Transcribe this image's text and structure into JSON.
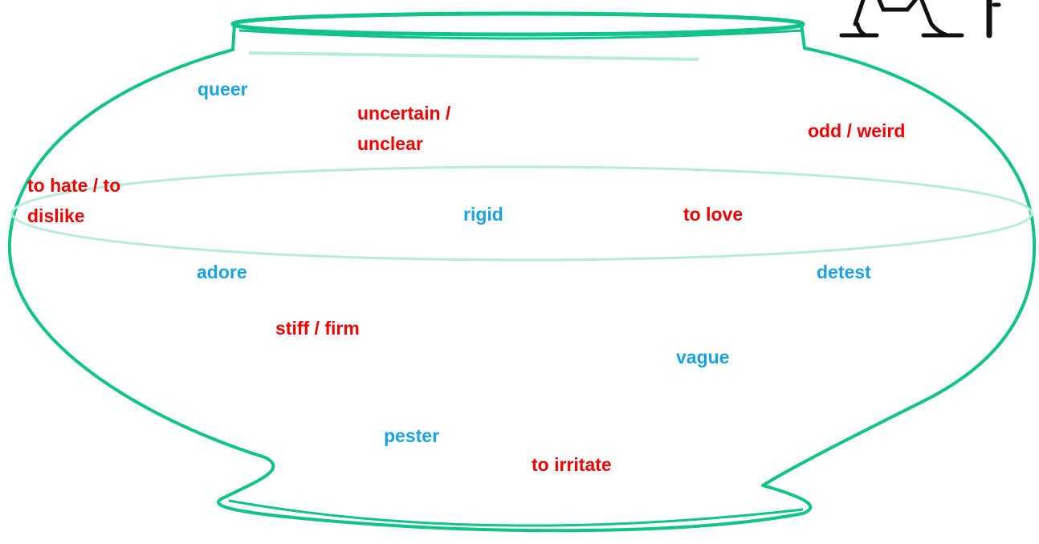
{
  "colors": {
    "bowl_outline": "#10c38a",
    "bowl_light": "#b6ecd8",
    "blue_words": "#1aa3e0",
    "red_words": "#f00000",
    "figure": "#111111"
  },
  "icons": [
    "fishbowl-drawing",
    "cartoon-feet-figure"
  ],
  "blue_words": [
    "queer",
    "rigid",
    "adore",
    "detest",
    "vague",
    "pester"
  ],
  "red_words": {
    "uncertain_line1": "uncertain  /",
    "uncertain_line2": "unclear",
    "odd": "odd / weird",
    "hate_line1": "to hate  /  to",
    "hate_line2": "dislike",
    "love": "to love",
    "stiff": "stiff / firm",
    "irritate": "to irritate"
  }
}
